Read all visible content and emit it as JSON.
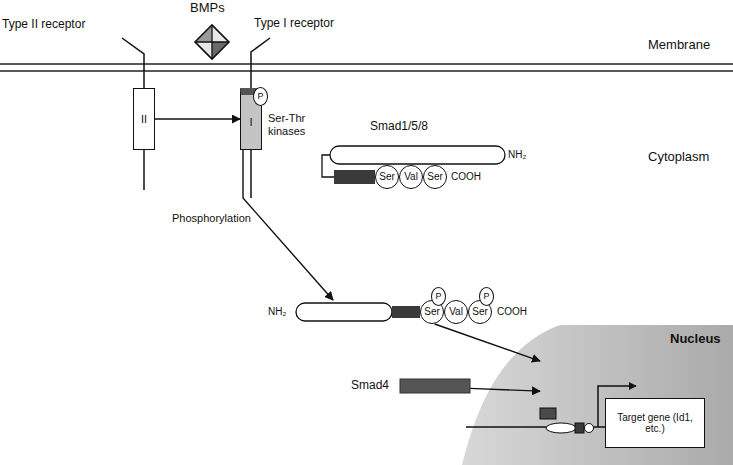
{
  "diagram": {
    "nodes": [
      {
        "text": [
          "II"
        ]
      },
      {
        "text": [
          "I"
        ]
      },
      {
        "text": [
          "P"
        ],
        "in": 1
      },
      {
        "text": [
          "Smad1/5/8",
          "NH₂",
          "COOH"
        ]
      },
      {
        "text": [
          "Ser"
        ],
        "in": 3
      },
      {
        "text": [
          "Val"
        ],
        "in": 3
      },
      {
        "text": [
          "Ser"
        ],
        "in": 3
      },
      {
        "text": [
          "NH₂",
          "COOH"
        ]
      },
      {
        "text": [
          "Ser"
        ],
        "in": 7
      },
      {
        "text": [
          "Val"
        ],
        "in": 7
      },
      {
        "text": [
          "Ser"
        ],
        "in": 7
      },
      {
        "text": [
          "P"
        ],
        "in": 8
      },
      {
        "text": [
          "P"
        ],
        "in": 10
      },
      {
        "text": [
          "Smad4"
        ]
      },
      {
        "text": [
          "Nucleus"
        ]
      },
      {
        "text": [
          "Target gene (Id1, etc.)"
        ],
        "in": 14
      }
    ],
    "edges": [
      {
        "from": 0,
        "to": 1,
        "arrow": "to"
      },
      {
        "from": 1,
        "to": 7,
        "label": "Phosphorylation",
        "arrow": "to"
      },
      {
        "from": 7,
        "to": 14,
        "arrow": "to"
      },
      {
        "from": 13,
        "to": 14,
        "arrow": "to"
      }
    ],
    "labels": [
      "BMPs",
      "Type II receptor",
      "Type I receptor",
      "Membrane",
      "Cytoplasm",
      "Ser-Thr kinases"
    ]
  }
}
